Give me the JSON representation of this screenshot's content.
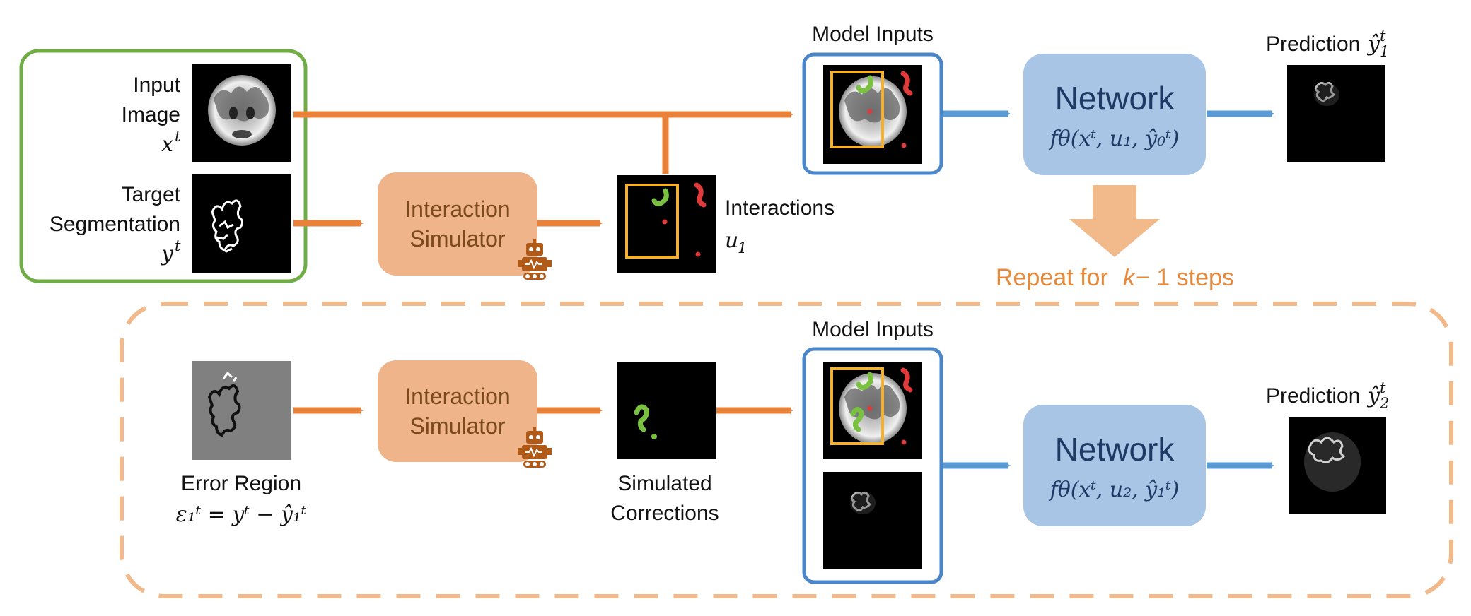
{
  "colors": {
    "orange_arrow": "#e8823b",
    "blue_arrow": "#5b9bd5",
    "green_border": "#70ad47",
    "blue_border": "#4a86c8",
    "sim_box": "#efb489",
    "net_box": "#a8c5e6",
    "repeat_arrow": "#f2b98a",
    "yellow_box": "#f2b134",
    "interaction_green": "#7ac142",
    "interaction_red": "#e03a3a"
  },
  "top_row": {
    "input_image_lines": [
      "Input",
      "Image"
    ],
    "input_image_var": "x",
    "input_image_sup": "t",
    "target_lines": [
      "Target",
      "Segmentation"
    ],
    "target_var": "y",
    "target_sup": "t",
    "simulator_lines": [
      "Interaction",
      "Simulator"
    ],
    "interactions_label": "Interactions",
    "interactions_var": "u",
    "interactions_sub": "1",
    "model_inputs_label": "Model Inputs",
    "network_title": "Network",
    "network_formula": "fθ(xᵗ, u₁, ŷ₀ᵗ)",
    "prediction_label": "Prediction",
    "prediction_var": "ŷ",
    "prediction_sub": "1",
    "prediction_sup": "t"
  },
  "repeat": {
    "text_prefix": "Repeat for ",
    "k": "k",
    "text_suffix": " − 1 steps"
  },
  "bottom_row": {
    "error_label": "Error Region",
    "error_formula": "ε₁ᵗ = yᵗ − ŷ₁ᵗ",
    "simulator_lines": [
      "Interaction",
      "Simulator"
    ],
    "corrections_lines": [
      "Simulated",
      "Corrections"
    ],
    "model_inputs_label": "Model Inputs",
    "network_title": "Network",
    "network_formula": "fθ(xᵗ, u₂, ŷ₁ᵗ)",
    "prediction_label": "Prediction",
    "prediction_var": "ŷ",
    "prediction_sub": "2",
    "prediction_sup": "t"
  }
}
